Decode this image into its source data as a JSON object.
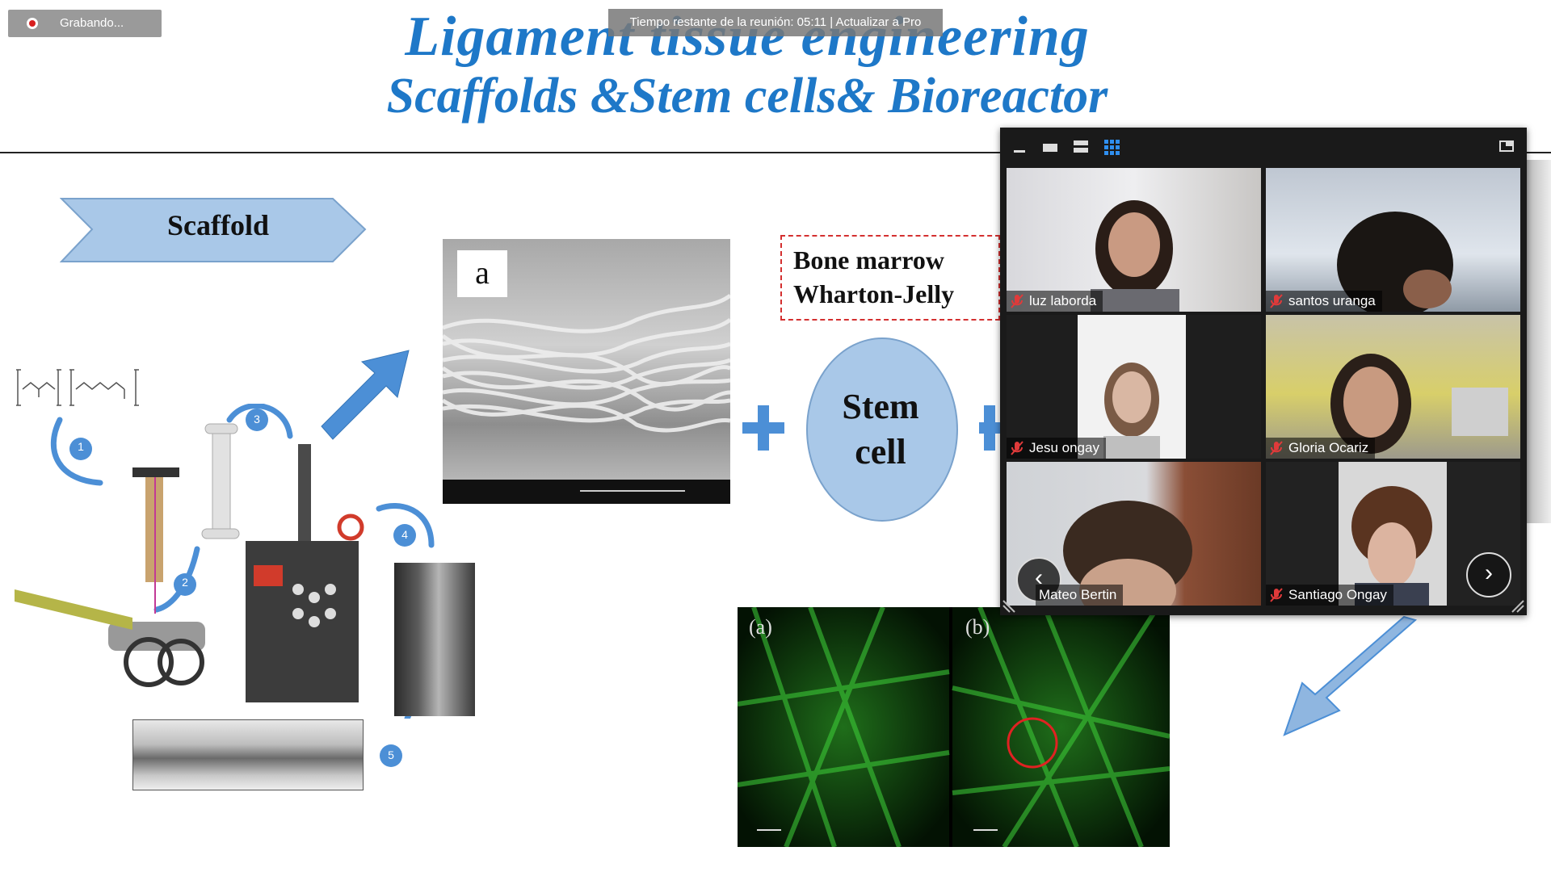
{
  "recording": {
    "label": "Grabando..."
  },
  "meeting": {
    "timer_text": "Tiempo restante de la reunión: 05:11 | Actualizar a Pro"
  },
  "slide": {
    "title_line1": "Ligament tissue engineering",
    "title_line2": "Scaffolds &Stem cells& Bioreactor",
    "scaffold_label": "Scaffold",
    "sem_label": "a",
    "cell_sources": [
      "Bone marrow",
      "Wharton-Jelly"
    ],
    "stem_cell": [
      "Stem",
      "cell"
    ],
    "fluorescence_labels": [
      "(a)",
      "(b)"
    ],
    "step_numbers": [
      "1",
      "2",
      "3",
      "4",
      "5"
    ]
  },
  "gallery": {
    "participants": [
      {
        "name": "luz laborda",
        "muted": true
      },
      {
        "name": "santos uranga",
        "muted": true
      },
      {
        "name": "Jesu ongay",
        "muted": true
      },
      {
        "name": "Gloria Ocariz",
        "muted": true
      },
      {
        "name": "Mateo Bertin",
        "muted": true
      },
      {
        "name": "Santiago Ongay",
        "muted": true
      }
    ],
    "toolbar_icons": [
      "minimize-icon",
      "speaker-view-icon",
      "strip-view-icon",
      "gallery-view-icon",
      "exit-fullscreen-icon"
    ],
    "nav_icons": [
      "chevron-left-icon",
      "chevron-right-icon"
    ],
    "active_view": "gallery-view"
  },
  "colors": {
    "title_blue": "#1e78c8",
    "arrow_blue": "#4c8fd6",
    "stem_fill": "#a9c8e8",
    "muted_red": "#e03a3a"
  }
}
